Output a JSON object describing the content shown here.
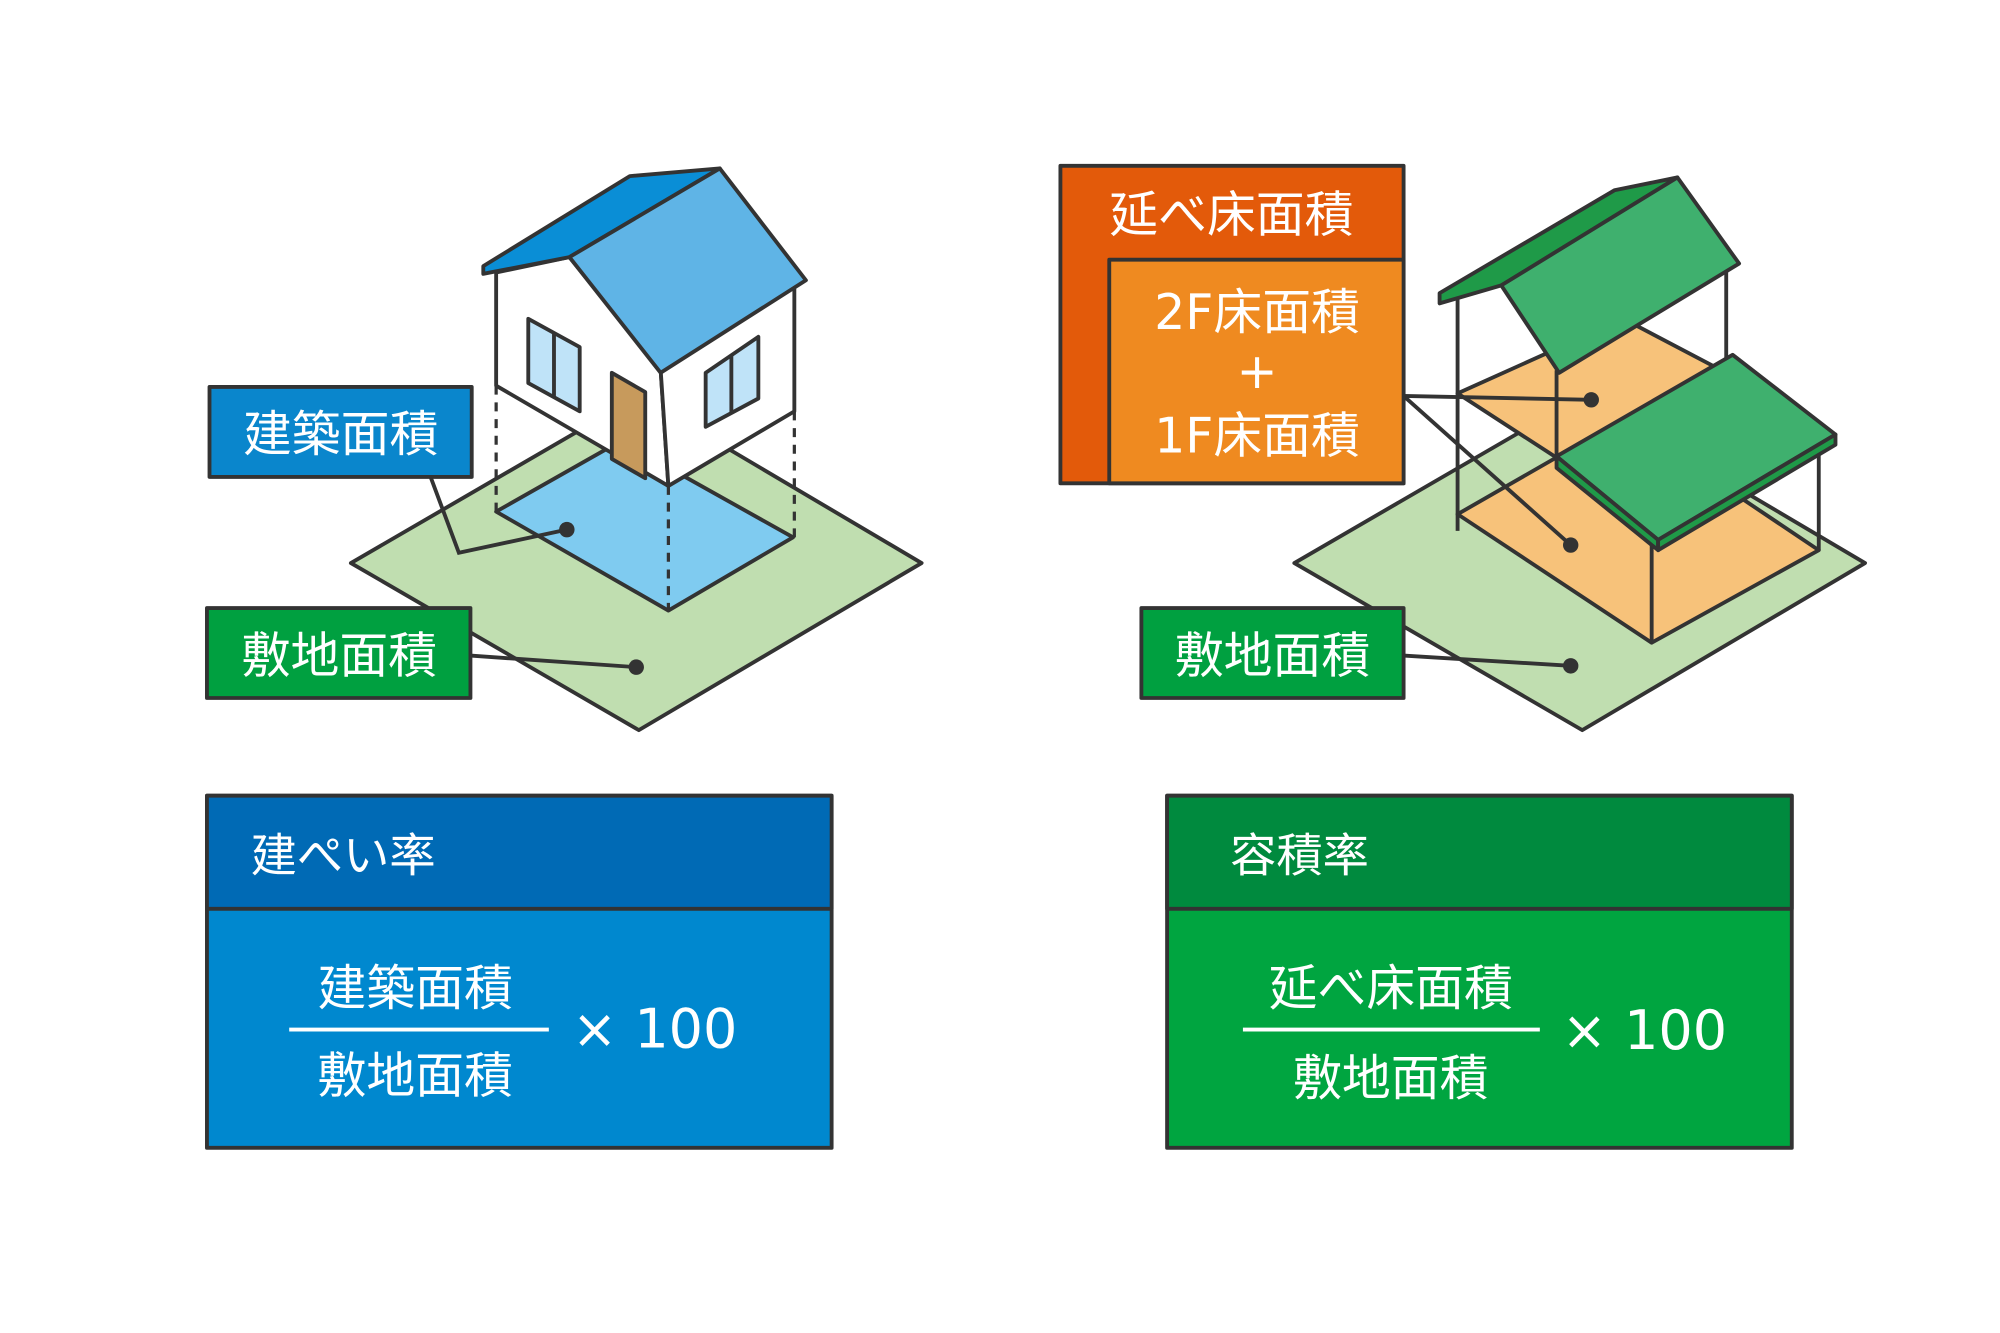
{
  "left": {
    "building_area_label": "建築面積",
    "site_area_label": "敷地面積",
    "panel": {
      "title": "建ぺい率",
      "numerator": "建築面積",
      "denominator": "敷地面積",
      "multiplier": "× 100"
    }
  },
  "right": {
    "total_floor_area_label": "延べ床面積",
    "floor2_label": "2F床面積",
    "plus": "+",
    "floor1_label": "1F床面積",
    "site_area_label": "敷地面積",
    "panel": {
      "title": "容積率",
      "numerator": "延べ床面積",
      "denominator": "敷地面積",
      "multiplier": "× 100"
    }
  },
  "colors": {
    "blue_header": "#006ab5",
    "blue_body": "#0088cf",
    "green_header": "#008a3e",
    "green_body": "#00a540",
    "orange_dark": "#e35a0a",
    "orange_light": "#ef8a20",
    "lot_green": "#c0deb0",
    "floor_orange": "#f7c27a"
  }
}
